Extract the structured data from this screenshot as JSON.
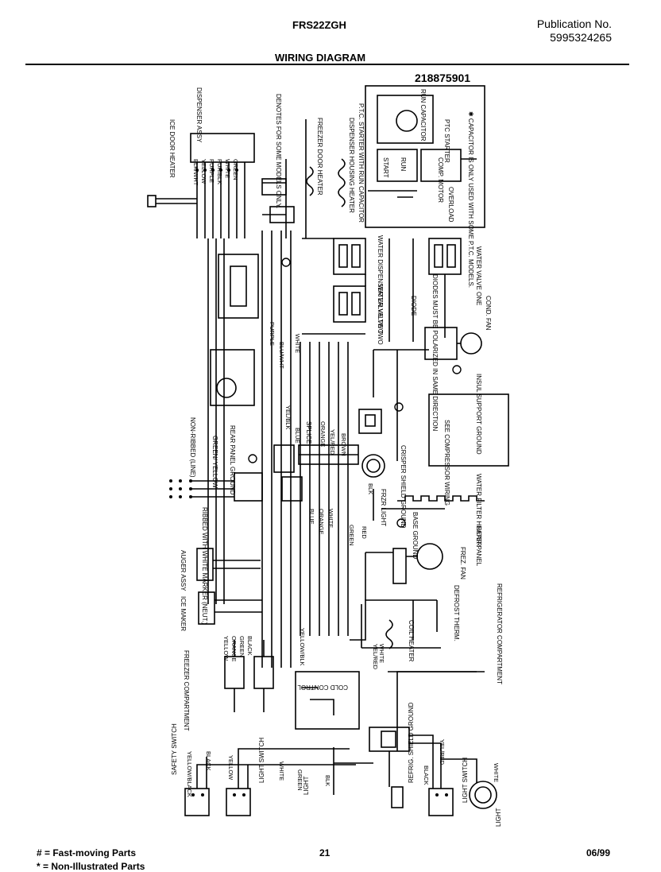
{
  "header": {
    "model": "FRS22ZGH",
    "publication_label": "Publication No.",
    "publication_number": "5995324265",
    "title": "WIRING DIAGRAM",
    "part_number": "218875901"
  },
  "labels": {
    "run_capacitor": "RUN CAPACITOR",
    "ptc_starter": "PTC STARTER",
    "start": "START",
    "run": "RUN",
    "comp_motor": "COMP. MOTOR",
    "overload": "OVERLOAD",
    "capacitor_note": "✱ CAPACITOR IS ONLY USED WITH SOME P.T.C. MODELS.",
    "ptc_with_run_cap": "P.T.C. STARTER WITH RUN CAPACITOR",
    "dispenser_housing_heater": "DISPENSER HOUSING HEATER",
    "freezer_door_heater": "FREEZER DOOR HEATER",
    "denotes_some_models": "DENOTES FOR SOME MODELS ONLY.",
    "dispenser_assy": "DISPENSER ASSY",
    "ice_door_heater": "ICE DOOR HEATER",
    "water_valve_one": "WATER VALVE ONE",
    "water_dispenser_valve_two": "WATER DISPENSER VALVE TWO",
    "water_valve_two": "WATER VALVE TWO",
    "diodes_polarized": "DIODES MUST BE POLARIZED IN SAME DIRECTION",
    "diode": "DIODE",
    "cond_fan": "COND. FAN",
    "insul_support_ground": "INSUL SUPPORT GROUND",
    "see_compressor_wiring": "SEE COMPRESSOR WIRING",
    "crisper_shield_ground": "CRISPER SHIELD GROUND",
    "water_filter_heater": "WATER FILTER HEATER",
    "rear_panel": "REAR PANEL",
    "base_ground": "BASE GROUND",
    "frzr_light": "FRZR LIGHT",
    "frez_fan": "FREZ. FAN",
    "defrost_therm": "DEFROST THERM.",
    "coil_heater": "COIL HEATER",
    "refrigerator_compartment": "REFRIGERATOR COMPARTMENT",
    "freezer_compartment": "FREEZER COMPARTMENT",
    "cold_control": "COLD CONTROL",
    "safety_switch": "SAFETY SWITCH",
    "light_switch": "LIGHT SWITCH",
    "light": "LIGHT",
    "refrig_shield_ground": "REFRIG. SHIELD GROUND",
    "non_ribbed_line": "NON-RIBBED (LINE)",
    "ribbed_with_white_marker": "RIBBED WITH WHITE MARKER (NEUT.)",
    "rear_panel_ground": "REAR PANEL GROUND",
    "auger_assy": "AUGER ASSY",
    "ice_maker": "ICE MAKER",
    "splice": "SPLICE",
    "green_yellow": "GREEN/ YELLOW"
  },
  "wire_colors": [
    "BLK/WHT",
    "YELLOW",
    "PURPLE",
    "PUR/BLK",
    "WHITE",
    "GREEN",
    "PURPLE",
    "BLU/WHT",
    "WHITE",
    "YEL/BLK",
    "BLUE",
    "ORANGE",
    "YEL/RED",
    "BROWN",
    "BLUE",
    "ORANGE",
    "WHITE",
    "GREEN",
    "RED",
    "BLK",
    "WHITE",
    "YELLOW/BLK",
    "YELLOW",
    "ORANGE",
    "GREEN",
    "BLACK",
    "YELLOW/BLACK",
    "BLACK",
    "YELLOW",
    "WHITE",
    "GREEN",
    "BLK",
    "YEL/RED",
    "BLACK",
    "YEL/RED",
    "WHITE"
  ],
  "footer": {
    "legend_1": "# = Fast-moving Parts",
    "legend_2": "* = Non-Illustrated Parts",
    "page": "21",
    "date": "06/99"
  }
}
